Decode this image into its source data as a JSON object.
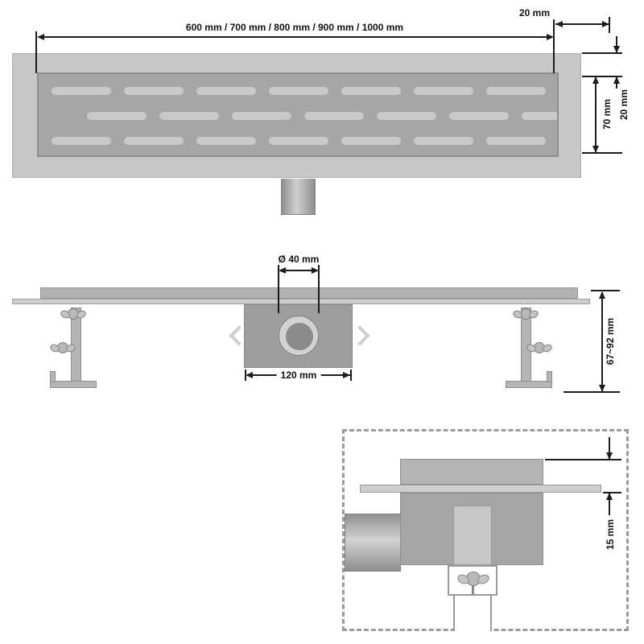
{
  "top_view": {
    "length_label": "600 mm / 700 mm / 800 mm / 900 mm / 1000 mm",
    "flange_width_label": "20 mm",
    "grate_height_label": "70 mm",
    "border_width_label": "20 mm"
  },
  "side_view": {
    "outlet_diameter_label": "Ø 40 mm",
    "trap_width_label": "120 mm",
    "adjustable_height_label": "67~92 mm"
  },
  "detail_view": {
    "flange_offset_label": "15 mm"
  },
  "colors": {
    "channel_body": "#c7c7c7",
    "grate": "#a6a6a6",
    "slot": "#c9c9c9",
    "dimension": "#1c1c1c",
    "inset_border": "#9b9b9b"
  }
}
